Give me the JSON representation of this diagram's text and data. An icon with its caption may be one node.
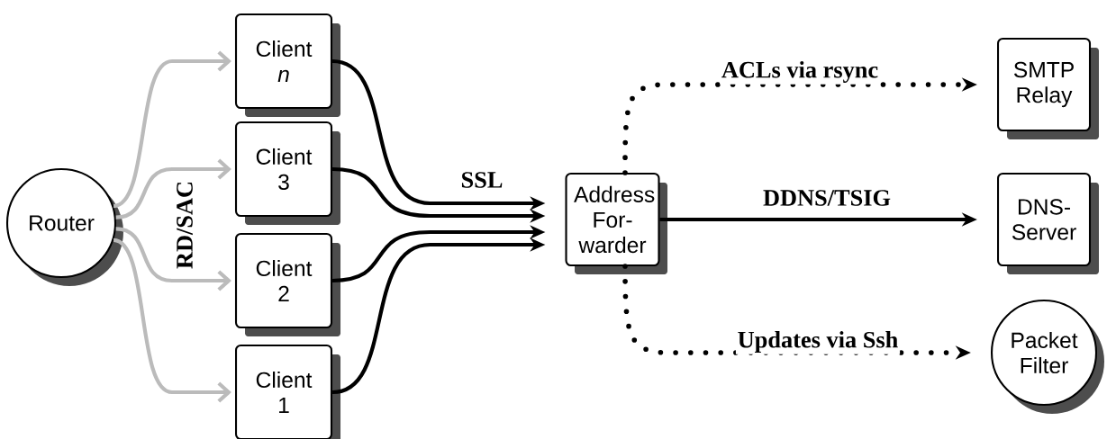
{
  "diagram": {
    "nodes": [
      {
        "text": [
          "Router"
        ]
      },
      {
        "text": [
          "Client *n*"
        ]
      },
      {
        "text": [
          "Client 3"
        ]
      },
      {
        "text": [
          "Client 2"
        ]
      },
      {
        "text": [
          "Client 1"
        ]
      },
      {
        "text": [
          "Address For-warder"
        ]
      },
      {
        "text": [
          "SMTP Relay"
        ]
      },
      {
        "text": [
          "DNS-Server"
        ]
      },
      {
        "text": [
          "Packet Filter"
        ]
      }
    ],
    "edges": [
      {
        "from": 0,
        "to": 1,
        "arrow": "to",
        "color": "#bbbbbb"
      },
      {
        "from": 0,
        "to": 2,
        "arrow": "to",
        "color": "#bbbbbb"
      },
      {
        "from": 0,
        "to": 3,
        "arrow": "to",
        "color": "#bbbbbb"
      },
      {
        "from": 0,
        "to": 4,
        "arrow": "to",
        "color": "#bbbbbb"
      },
      {
        "from": 1,
        "to": 5,
        "arrow": "to",
        "label": "SSL"
      },
      {
        "from": 2,
        "to": 5,
        "arrow": "to"
      },
      {
        "from": 3,
        "to": 5,
        "arrow": "to"
      },
      {
        "from": 4,
        "to": 5,
        "arrow": "to"
      },
      {
        "from": 5,
        "to": 6,
        "arrow": "to",
        "label": "ACLs via rsync",
        "style": "dashed"
      },
      {
        "from": 5,
        "to": 7,
        "arrow": "to",
        "label": "DDNS/TSIG"
      },
      {
        "from": 5,
        "to": 8,
        "arrow": "to",
        "label": "Updates via Ssh",
        "style": "dashed"
      }
    ],
    "labels": [
      "RD/SAC"
    ]
  }
}
